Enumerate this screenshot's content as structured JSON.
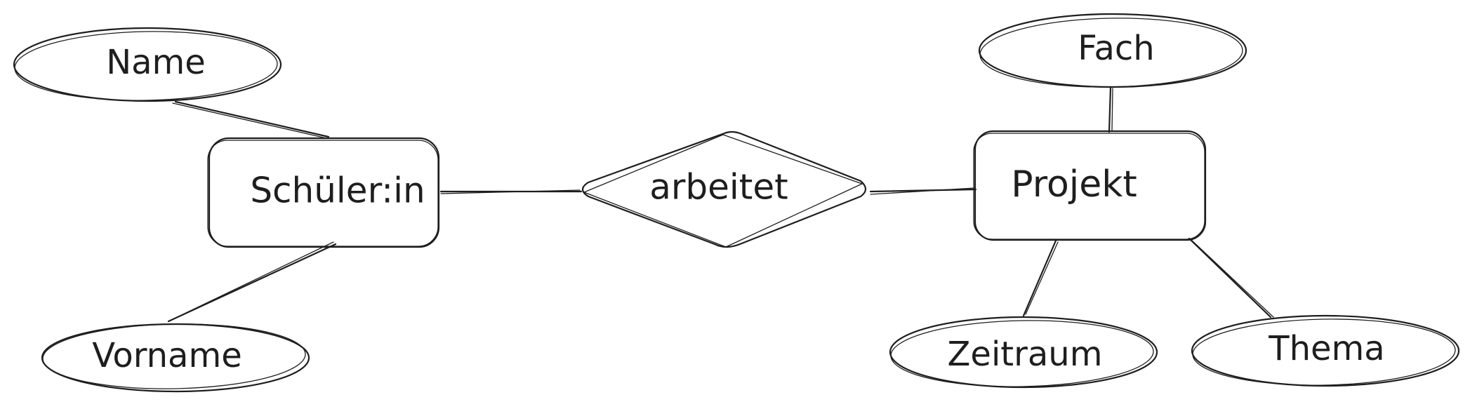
{
  "diagram": {
    "entities": {
      "schueler": "Schüler:in",
      "projekt": "Projekt"
    },
    "relationship": "arbeitet",
    "attributes": {
      "name": "Name",
      "vorname": "Vorname",
      "fach": "Fach",
      "zeitraum": "Zeitraum",
      "thema": "Thema"
    }
  }
}
